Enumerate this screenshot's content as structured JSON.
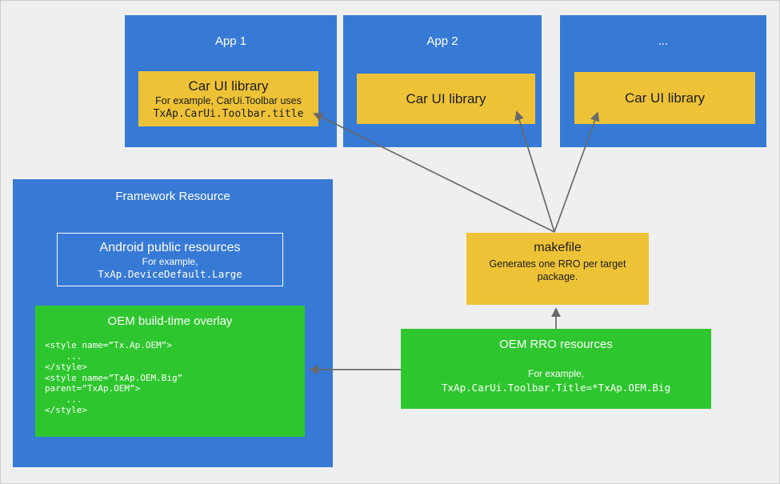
{
  "colors": {
    "blue": "#377ad5",
    "yellow": "#eec236",
    "green": "#2ec62e",
    "arrow": "#696969",
    "background": "#efefef"
  },
  "apps": [
    {
      "title": "App 1",
      "lib": {
        "title": "Car UI library",
        "subtitle": "For example, CarUi.Toolbar uses",
        "code": "TxAp.CarUi.Toolbar.title"
      }
    },
    {
      "title": "App 2",
      "lib": {
        "title": "Car UI library"
      }
    },
    {
      "title": "...",
      "lib": {
        "title": "Car UI library"
      }
    }
  ],
  "framework": {
    "title": "Framework Resource",
    "public_resources": {
      "title": "Android public resources",
      "example_label": "For example,",
      "example_code": "TxAp.DeviceDefault.Large"
    },
    "overlay": {
      "title": "OEM build-time overlay",
      "code_lines": [
        "<style name=”Tx.Ap.OEM”>",
        "    ...",
        "</style>",
        "<style name=”TxAp.OEM.Big”",
        "parent=”TxAp.OEM”>",
        "    ...",
        "</style>"
      ]
    }
  },
  "makefile": {
    "title": "makefile",
    "description": "Generates one RRO per target package."
  },
  "rro": {
    "title": "OEM RRO resources",
    "example_label": "For example,",
    "example_code": "TxAp.CarUi.Toolbar.Title=*TxAp.OEM.Big"
  }
}
